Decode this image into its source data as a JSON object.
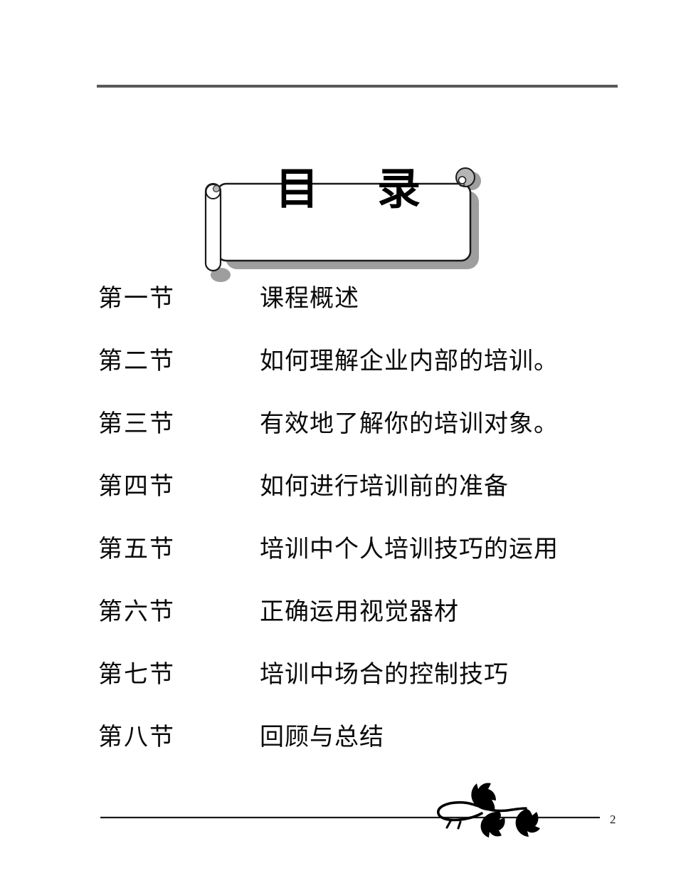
{
  "banner": {
    "title_char_left": "目",
    "title_char_right": "录",
    "shape": "paper-scroll"
  },
  "toc": {
    "items": [
      {
        "label": "第一节",
        "title": "课程概述"
      },
      {
        "label": "第二节",
        "title": "如何理解企业内部的培训。"
      },
      {
        "label": "第三节",
        "title": "有效地了解你的培训对象。"
      },
      {
        "label": "第四节",
        "title": "如何进行培训前的准备"
      },
      {
        "label": "第五节",
        "title": "培训中个人培训技巧的运用"
      },
      {
        "label": "第六节",
        "title": "正确运用视觉器材"
      },
      {
        "label": "第七节",
        "title": "培训中场合的控制技巧"
      },
      {
        "label": "第八节",
        "title": "回顾与总结"
      }
    ]
  },
  "footer": {
    "page_number": "2",
    "ornament": "leaf-vine-flourish"
  },
  "colors": {
    "background": "#ffffff",
    "text": "#000000",
    "top_rule": "#595959",
    "footer_rule": "#1a1a1a",
    "shadow": "#9e9e9e"
  }
}
